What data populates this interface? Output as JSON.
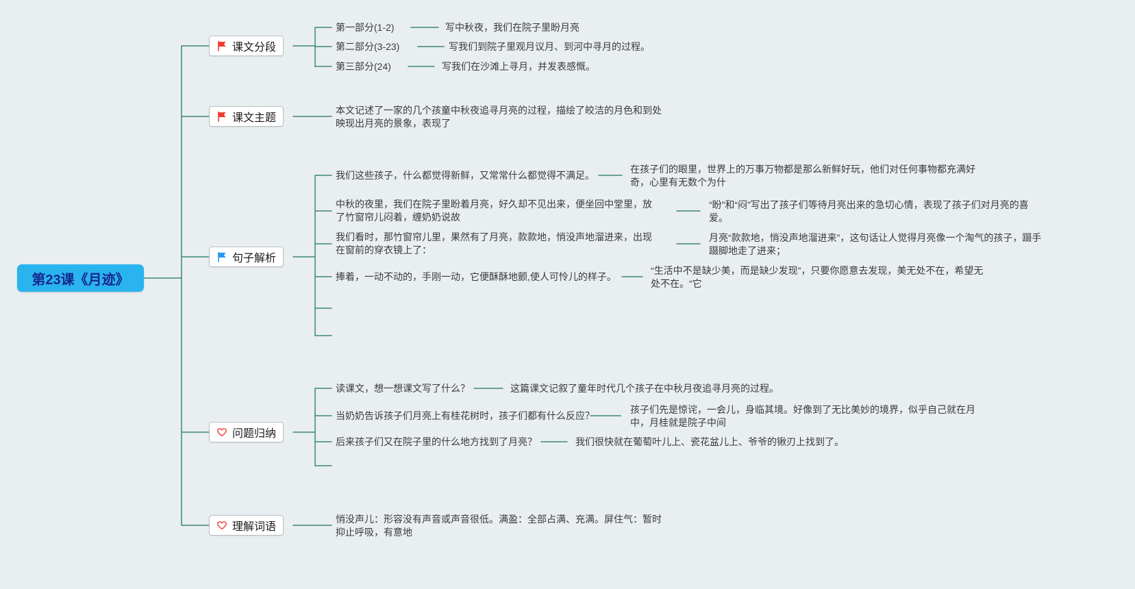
{
  "colors": {
    "background": "#e9eef1",
    "line": "#3f8575",
    "root_bg": "#29b4ef",
    "root_text": "#16288f",
    "flag_red": "#f23b2f",
    "flag_blue": "#2196f3",
    "heart_red": "#f23b2f",
    "text": "#3a3a3a"
  },
  "root": {
    "label": "第23课《月迹》"
  },
  "branches": [
    {
      "label": "课文分段",
      "icon": "flag-red-icon",
      "children": [
        {
          "label": "第一部分(1-2)",
          "note": "写中秋夜，我们在院子里盼月亮"
        },
        {
          "label": "第二部分(3-23)",
          "note": "写我们到院子里观月议月、到河中寻月的过程。"
        },
        {
          "label": "第三部分(24)",
          "note": "写我们在沙滩上寻月，并发表感慨。"
        }
      ]
    },
    {
      "label": "课文主题",
      "icon": "flag-red-icon",
      "children": [
        {
          "label": "本文记述了一家的几个孩童中秋夜追寻月亮的过程，描绘了皎洁的月色和到处映现出月亮的景象，表现了",
          "note": ""
        }
      ]
    },
    {
      "label": "句子解析",
      "icon": "flag-blue-icon",
      "children": [
        {
          "label": "我们这些孩子，什么都觉得新鲜，又常常什么都觉得不满足。",
          "note": "在孩子们的眼里，世界上的万事万物都是那么新鲜好玩，他们对任何事物都充满好奇，心里有无数个为什"
        },
        {
          "label": "中秋的夜里，我们在院子里盼着月亮，好久却不见出来，便坐回中堂里，放了竹窗帘儿闷着，缠奶奶说故",
          "note": "“盼”和“闷”写出了孩子们等待月亮出来的急切心情，表现了孩子们对月亮的喜爱。"
        },
        {
          "label": "我们看时，那竹窗帘儿里，果然有了月亮，款款地，悄没声地溜进来，出现在窗前的穿衣镜上了：",
          "note": "月亮“款款地，悄没声地溜进来”，这句话让人觉得月亮像一个淘气的孩子，蹑手蹑脚地走了进来；"
        },
        {
          "label": "捧着，一动不动的，手刚一动，它便酥酥地颤,使人可怜儿的样子。",
          "note": "“生活中不是缺少美，而是缺少发现”，只要你愿意去发现，美无处不在，希望无处不在。“它"
        }
      ]
    },
    {
      "label": "问题归纳",
      "icon": "heart-red-icon",
      "children": [
        {
          "label": "读课文，想一想课文写了什么？",
          "note": "这篇课文记叙了童年时代几个孩子在中秋月夜追寻月亮的过程。"
        },
        {
          "label": "当奶奶告诉孩子们月亮上有桂花树时，孩子们都有什么反应？",
          "note": "孩子们先是惊诧，一会儿，身临其境。好像到了无比美妙的境界，似乎自己就在月中，月桂就是院子中间"
        },
        {
          "label": "后来孩子们又在院子里的什么地方找到了月亮？",
          "note": "我们很快就在葡萄叶儿上、瓷花盆儿上、爷爷的锹刃上找到了。"
        }
      ]
    },
    {
      "label": "理解词语",
      "icon": "heart-red-icon",
      "children": [
        {
          "label": "悄没声儿：形容没有声音或声音很低。满盈：全部占满、充满。屏住气：暂时抑止呼吸，有意地",
          "note": ""
        }
      ]
    }
  ]
}
